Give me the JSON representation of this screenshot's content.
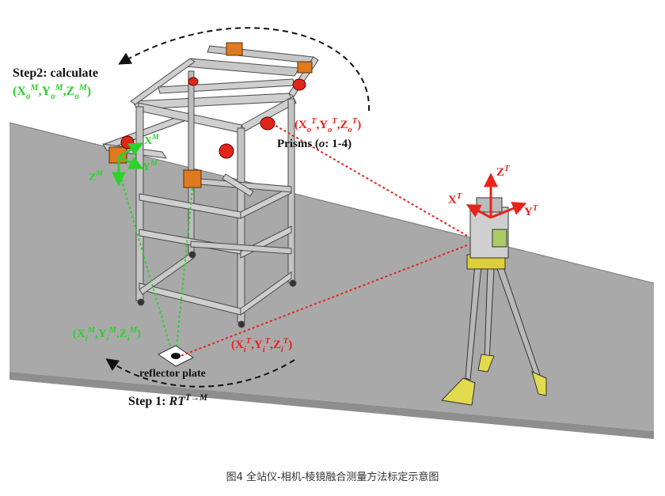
{
  "colors": {
    "floor": "#a9a9a9",
    "frame": "#c7c7c7",
    "frame_edge": "#4a4a4a",
    "camera_orange": "#e07a1f",
    "prism_red": "#e0261a",
    "green": "#2cd12c",
    "red": "#e8231a",
    "black": "#111111"
  },
  "labels": {
    "step2_title": "Step2: calculate",
    "coord_mo": "(X<sub>o</sub><sup>M</sup>,Y<sub>o</sub><sup>M</sup>,Z<sub>o</sub><sup>M</sup>)",
    "coord_to": "(X<sub>o</sub><sup>T</sup>,Y<sub>o</sub><sup>T</sup>,Z<sub>o</sub><sup>T</sup>)",
    "prisms": "Prisms (<tspan font-style='italic'>o</tspan>: 1-4)",
    "coord_mi": "(X<sub>i</sub><sup>M</sup>,Y<sub>i</sub><sup>M</sup>,Z<sub>i</sub><sup>M</sup>)",
    "coord_ti": "(X<sub>i</sub><sup>T</sup>,Y<sub>i</sub><sup>T</sup>,Z<sub>i</sub><sup>T</sup>)",
    "reflector": "reflector plate",
    "step1": "Step 1: <tspan font-style='italic'>RT</tspan><sup>T→M</sup>",
    "xm": "X<sup>M</sup>",
    "ym": "Y<sup>M</sup>",
    "zm": "Z<sup>M</sup>",
    "xt": "X<sup>T</sup>",
    "yt": "Y<sup>T</sup>",
    "zt": "Z<sup>T</sup>"
  },
  "caption": "图4 全站仪-相机-棱镜融合测量方法标定示意图"
}
